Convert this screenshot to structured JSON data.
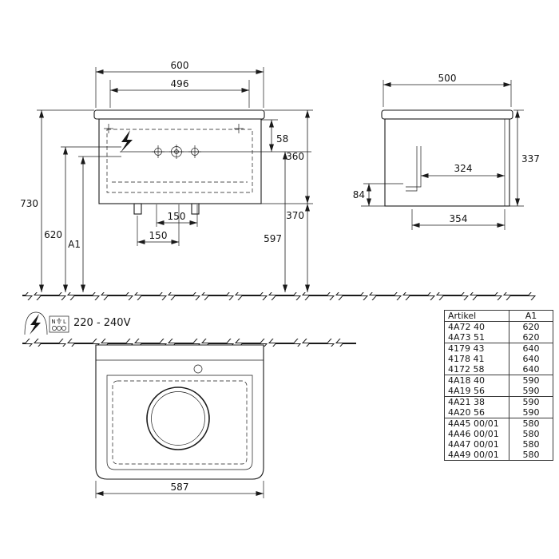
{
  "front_view": {
    "dim_width_total": "600",
    "dim_width_inner": "496",
    "dim_58": "58",
    "dim_360": "360",
    "dim_370": "370",
    "dim_597": "597",
    "dim_730": "730",
    "dim_620": "620",
    "dim_a1": "A1",
    "dim_150_a": "150",
    "dim_150_b": "150"
  },
  "side_view": {
    "dim_width": "500",
    "dim_height": "337",
    "dim_324": "324",
    "dim_354": "354",
    "dim_84": "84"
  },
  "top_view": {
    "dim_width": "587"
  },
  "electrical": {
    "voltage": "220 - 240V",
    "n_label": "N",
    "l_label": "L"
  },
  "table": {
    "headers": [
      "Artikel",
      "A1"
    ],
    "rows": [
      {
        "artikel": "4A72 40",
        "a1": "620"
      },
      {
        "artikel": "4A73 51",
        "a1": "620"
      },
      {
        "artikel": "4179 43",
        "a1": "640"
      },
      {
        "artikel": "4178 41",
        "a1": "640"
      },
      {
        "artikel": "4172 58",
        "a1": "640"
      },
      {
        "artikel": "4A18 40",
        "a1": "590"
      },
      {
        "artikel": "4A19 56",
        "a1": "590"
      },
      {
        "artikel": "4A21 38",
        "a1": "590"
      },
      {
        "artikel": "4A20 56",
        "a1": "590"
      },
      {
        "artikel": "4A45 00/01",
        "a1": "580"
      },
      {
        "artikel": "4A46 00/01",
        "a1": "580"
      },
      {
        "artikel": "4A47 00/01",
        "a1": "580"
      },
      {
        "artikel": "4A49 00/01",
        "a1": "580"
      }
    ]
  }
}
